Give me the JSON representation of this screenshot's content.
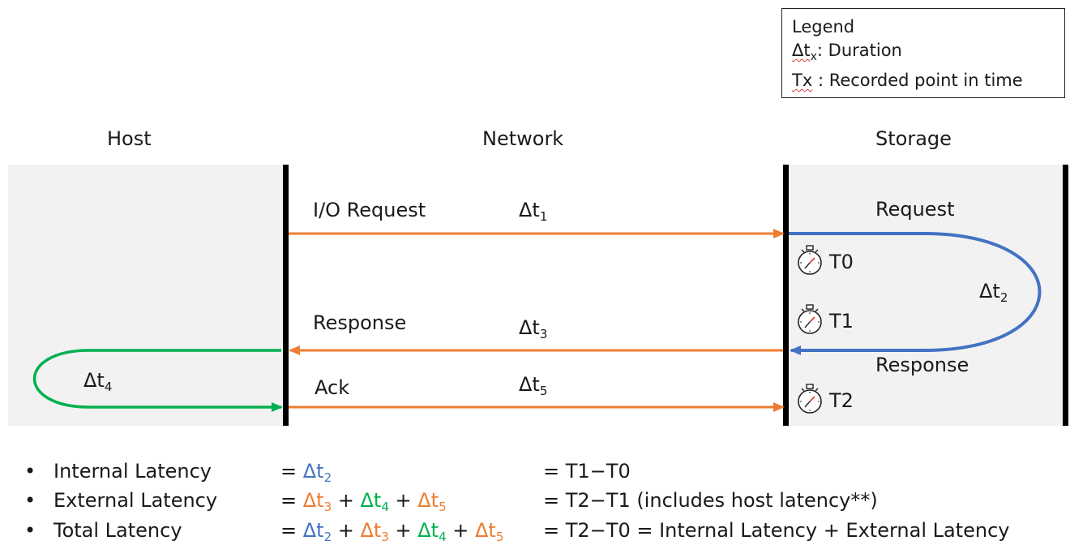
{
  "legend": {
    "title": "Legend",
    "delta_symbol": "Δt",
    "delta_sub": "x",
    "delta_desc": ": Duration",
    "tx_symbol": "Tx",
    "tx_desc": " : Recorded point in time"
  },
  "columns": {
    "host": "Host",
    "network": "Network",
    "storage": "Storage"
  },
  "arrows": {
    "io_request": {
      "label": "I/O Request",
      "dt": "Δt",
      "sub": "1"
    },
    "response": {
      "label": "Response",
      "dt": "Δt",
      "sub": "3"
    },
    "ack": {
      "label": "Ack",
      "dt": "Δt",
      "sub": "5"
    },
    "host_loop": {
      "dt": "Δt",
      "sub": "4"
    },
    "storage_loop": {
      "dt": "Δt",
      "sub": "2",
      "top_label": "Request",
      "bottom_label": "Response"
    }
  },
  "timestamps": [
    "T0",
    "T1",
    "T2"
  ],
  "colors": {
    "orange": "#ed7d31",
    "blue": "#4472c4",
    "green": "#00b050",
    "band": "#f2f2f2",
    "divider": "#000000"
  },
  "icons": {
    "timestamp": "stopwatch-icon",
    "bullet": "bullet-icon"
  },
  "formulas": [
    {
      "name": "Internal Latency",
      "terms": [
        {
          "sub": "2",
          "color": "blue"
        }
      ],
      "result": "= T1−T0"
    },
    {
      "name": "External Latency",
      "terms": [
        {
          "sub": "3",
          "color": "orange"
        },
        {
          "sub": "4",
          "color": "green"
        },
        {
          "sub": "5",
          "color": "orange"
        }
      ],
      "result": "= T2−T1 (includes host latency**)"
    },
    {
      "name": "Total Latency",
      "terms": [
        {
          "sub": "2",
          "color": "blue"
        },
        {
          "sub": "3",
          "color": "orange"
        },
        {
          "sub": "4",
          "color": "green"
        },
        {
          "sub": "5",
          "color": "orange"
        }
      ],
      "result": "= T2−T0 = Internal Latency + External Latency"
    }
  ]
}
